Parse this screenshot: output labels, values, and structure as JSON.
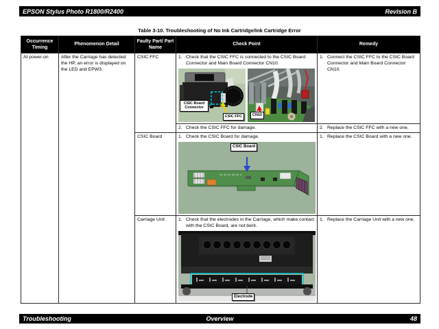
{
  "header": {
    "left_title": "EPSON Stylus Photo R1800/R2400",
    "right_title": "Revision B"
  },
  "footer": {
    "left": "Troubleshooting",
    "center": "Overview",
    "page_number": "48"
  },
  "table": {
    "title": "Table 3-10. Troubleshooting of No Ink Cartridge/Ink Cartridge Error",
    "columns": [
      "Occurrence Timing",
      "Phenomenon Detail",
      "Faulty Part/ Part Name",
      "Check Point",
      "Remedy"
    ],
    "occurrence_timing": "At power-on",
    "phenomenon_detail": "After the Carriage has detected the HP, an error is displayed on the LED and EPW3.",
    "rows": [
      {
        "faulty_part": "CSIC FFC",
        "check_1_num": "1.",
        "check_1": "Check that the CSIC FFC is connected to the CSIC Board Connector and Main Board Connector CN10.",
        "check_2_num": "2.",
        "check_2": "Check the CSIC FFC for damage.",
        "remedy_1_num": "1.",
        "remedy_1": "Connect the CSIC FFC to the CSIC Board Connector and Main Board Connector CN10.",
        "remedy_2_num": "2.",
        "remedy_2": "Replace the CSIC FFC with a new one."
      },
      {
        "faulty_part": "CSIC Board",
        "check_1_num": "1.",
        "check_1": "Check the CSIC Board for damage.",
        "remedy_1_num": "1.",
        "remedy_1": "Replace the CSIC Board with a new one."
      },
      {
        "faulty_part": "Carriage Unit",
        "check_1_num": "1.",
        "check_1": "Check that the electrodes in the Carriage, which make contact with the CSIC Board, are not bent.",
        "remedy_1_num": "1.",
        "remedy_1": "Replace the Carriage Unit with a new one."
      }
    ],
    "photo_labels": {
      "csic_board_connector": "CSIC Board\nConnector",
      "csic_ffc": "CSIC FFC",
      "cn10": "CN10",
      "csic_board": "CSIC Board",
      "electrode": "Electrode"
    },
    "callout_colors": {
      "cyan": "#00ccd8",
      "yellow": "#e8d400",
      "red": "#e01010",
      "blue": "#2946cc"
    }
  }
}
